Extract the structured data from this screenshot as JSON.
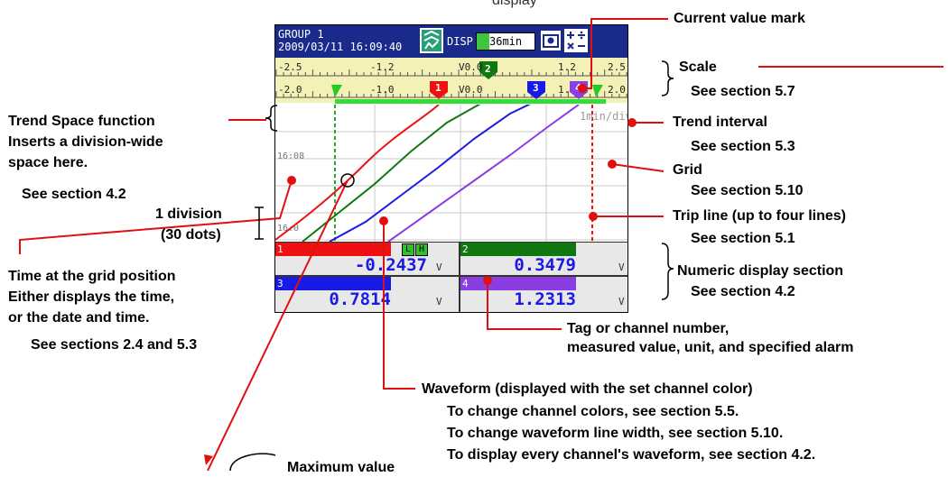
{
  "top_text": "display",
  "screen": {
    "group_name": "GROUP 1",
    "datetime": "2009/03/11 16:09:40",
    "disp_label": "DISP",
    "disp_value": "36min",
    "scale_upper": [
      "-2.5",
      "-1.2",
      "V0.0",
      "1.2",
      "2.5"
    ],
    "scale_lower": [
      "-2.0",
      "-1.0",
      "V0.0",
      "1.",
      "2.0"
    ],
    "scale_marks_upper": [
      "2"
    ],
    "scale_marks_lower": [
      "1",
      "3",
      "4"
    ],
    "trend_interval": "1min/div",
    "time_labels": [
      "16:08",
      "16:0"
    ],
    "alarm_labels": [
      "L",
      "H"
    ],
    "unit": "V",
    "channels": [
      {
        "tag": "1",
        "value": "-0.2437",
        "color": "#ee1111"
      },
      {
        "tag": "2",
        "value": "0.3479",
        "color": "#117711"
      },
      {
        "tag": "3",
        "value": "0.7814",
        "color": "#1a1ae6"
      },
      {
        "tag": "4",
        "value": "1.2313",
        "color": "#8a3de0"
      }
    ]
  },
  "annotations": {
    "current_value_mark": "Current value mark",
    "scale": "Scale",
    "scale_ref": "See section 5.7",
    "trend_interval": "Trend interval",
    "trend_interval_ref": "See section 5.3",
    "grid": "Grid",
    "grid_ref": "See section 5.10",
    "trip_line": "Trip line (up to four lines)",
    "trip_line_ref": "See section 5.1",
    "numeric": "Numeric display section",
    "numeric_ref": "See section 4.2",
    "tag": "Tag or channel number,",
    "tag_cont": "measured value, unit, and specified alarm",
    "waveform": "Waveform (displayed with the set channel color)",
    "waveform_color": "To change channel colors, see section 5.5.",
    "waveform_width": "To change waveform line width, see section 5.10.",
    "waveform_every": "To display every channel's waveform, see section 4.2.",
    "trend_space_1": "Trend Space function",
    "trend_space_2": "Inserts a division-wide",
    "trend_space_3": "space here.",
    "trend_space_ref": "See section 4.2",
    "division_1": "1 division",
    "division_2": "(30 dots)",
    "time_grid_1": "Time at the grid position",
    "time_grid_2": "Either displays the time,",
    "time_grid_3": "or the date and time.",
    "time_grid_ref": "See sections 2.4 and 5.3",
    "max_value": "Maximum value"
  }
}
